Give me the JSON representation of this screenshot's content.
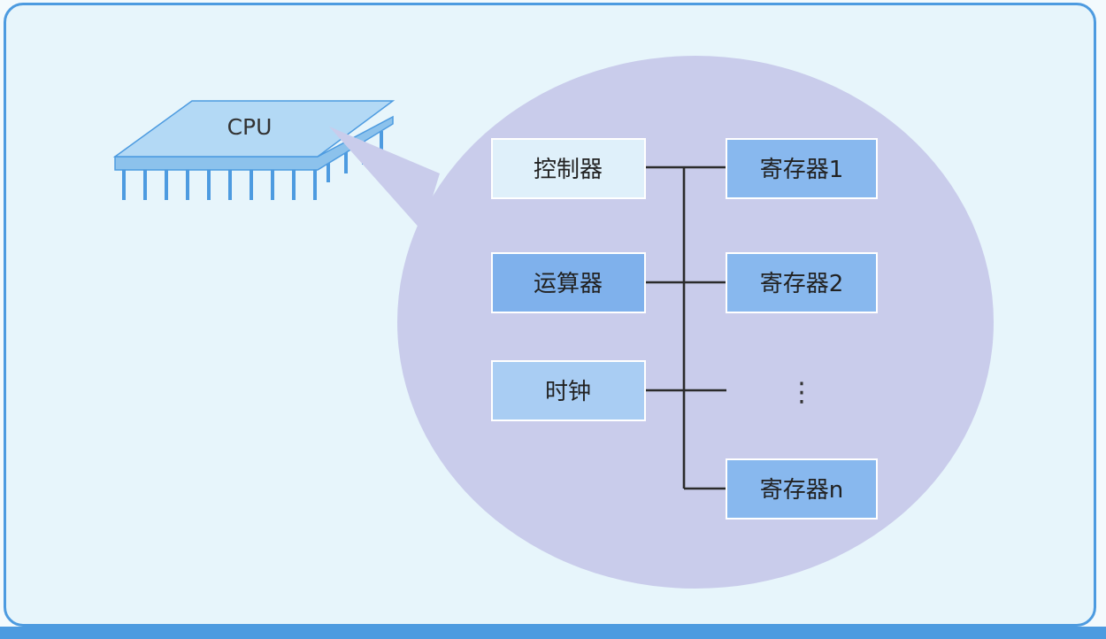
{
  "chip": {
    "label": "CPU"
  },
  "components": [
    {
      "label": "控制器",
      "tone": "light"
    },
    {
      "label": "运算器",
      "tone": "dark"
    },
    {
      "label": "时钟",
      "tone": "mid"
    }
  ],
  "registers": [
    {
      "label": "寄存器1"
    },
    {
      "label": "寄存器2"
    },
    {
      "label": "寄存器n"
    }
  ],
  "ellipsis": "⋮",
  "colors": {
    "frame_border": "#4d9be0",
    "background": "#e7f5fb",
    "bubble": "#c9cceb",
    "box_light": "#dff0fa",
    "box_mid": "#a9cdf3",
    "box_dark": "#7fb1ec",
    "chip_top": "#b3d9f5",
    "bus_line": "#2b2b2b"
  }
}
